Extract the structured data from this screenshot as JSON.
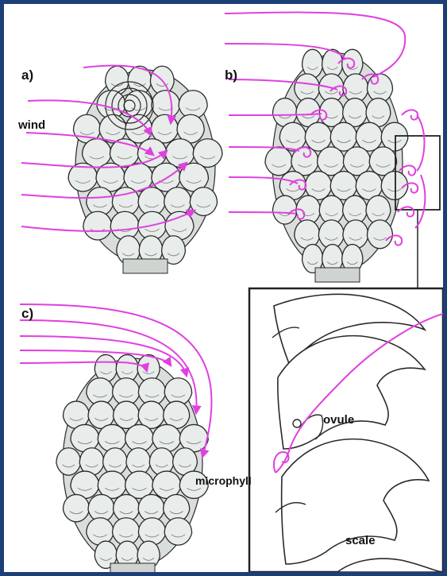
{
  "labels": {
    "panel_a": "a)",
    "panel_b": "b)",
    "panel_c": "c)",
    "wind": "wind",
    "ovule": "ovule",
    "microphyll": "microphyll",
    "scale": "scale"
  },
  "icons": {
    "panel_a": "pine-cone-top-view-icon",
    "panel_b": "pine-cone-side-view-icon",
    "panel_c": "pine-cone-side-view-icon",
    "inset": "scale-cross-section-icon",
    "airflow": "wind-arrow-icon"
  },
  "colors": {
    "frame": "#1c3f78",
    "airflow": "#e040e0",
    "scale_fill": "#e8ecea",
    "scale_stroke": "#2a2a2a"
  }
}
